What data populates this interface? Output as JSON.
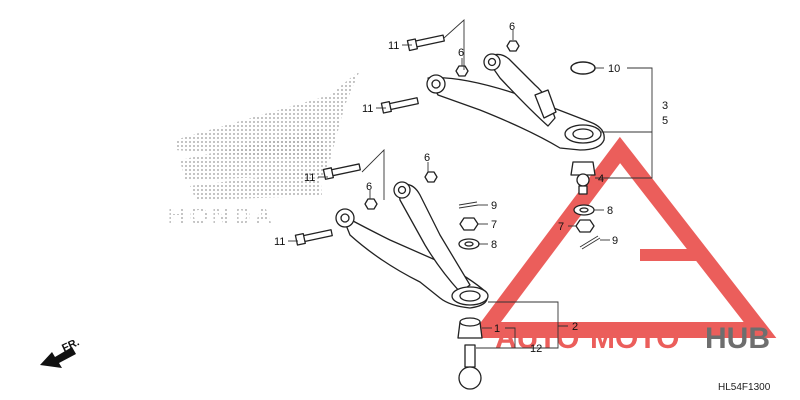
{
  "diagram": {
    "code": "HL54F1300",
    "direction_label": "FR.",
    "watermark_text": "HONDA",
    "overlay_logo_parts": [
      "AUTO",
      "MOTO",
      "HUB"
    ],
    "colors": {
      "logo_red": "#e8423f",
      "logo_gray": "#555555",
      "halftone": "#9a9a9a",
      "line": "#222222"
    },
    "callouts": {
      "c11_top": "11",
      "c6_top_right": "6",
      "c6_top_mid": "6",
      "c11_upper_mid": "11",
      "c10": "10",
      "c3": "3",
      "c5": "5",
      "c4": "4",
      "c6_lower_right": "6",
      "c11_lower_mid": "11",
      "c6_lower_mid": "6",
      "c9_upper": "9",
      "c7_left": "7",
      "c8_right": "8",
      "c7_right": "7",
      "c9_right": "9",
      "c11_lower": "11",
      "c8_left": "8",
      "c1": "1",
      "c2": "2",
      "c12": "12"
    }
  }
}
